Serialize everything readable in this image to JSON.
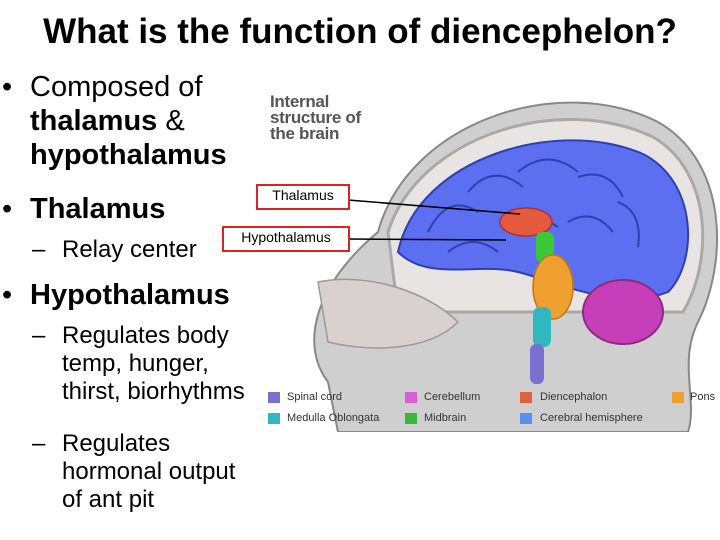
{
  "title": "What is the function of diencephelon?",
  "bullets": {
    "composed": {
      "prefix": "Composed of",
      "line2": "thalamus",
      "amp": "&",
      "line3": "hypothalamus"
    },
    "thalamus": {
      "label": "Thalamus",
      "sub": "Relay center"
    },
    "hypothalamus": {
      "label": "Hypothalamus",
      "sub1": [
        "Regulates body",
        "temp, hunger,",
        "thirst, biorhythms"
      ],
      "sub2": [
        "Regulates",
        "hormonal output",
        "of ant pit"
      ]
    }
  },
  "figure": {
    "title_lines": [
      "Internal",
      "structure of",
      "the brain"
    ],
    "label_thalamus": "Thalamus",
    "label_hypothalamus": "Hypothalamus",
    "legend": [
      {
        "label": "Spinal cord",
        "color": "#7b6fd0"
      },
      {
        "label": "Cerebellum",
        "color": "#d85fd8"
      },
      {
        "label": "Diencephalon",
        "color": "#e06040"
      },
      {
        "label": "Pons",
        "color": "#f0a030"
      },
      {
        "label": "Medulla Oblongata",
        "color": "#30b8c0"
      },
      {
        "label": "Midbrain",
        "color": "#38b838"
      },
      {
        "label": "Cerebral hemisphere",
        "color": "#5b8ef0"
      }
    ]
  }
}
